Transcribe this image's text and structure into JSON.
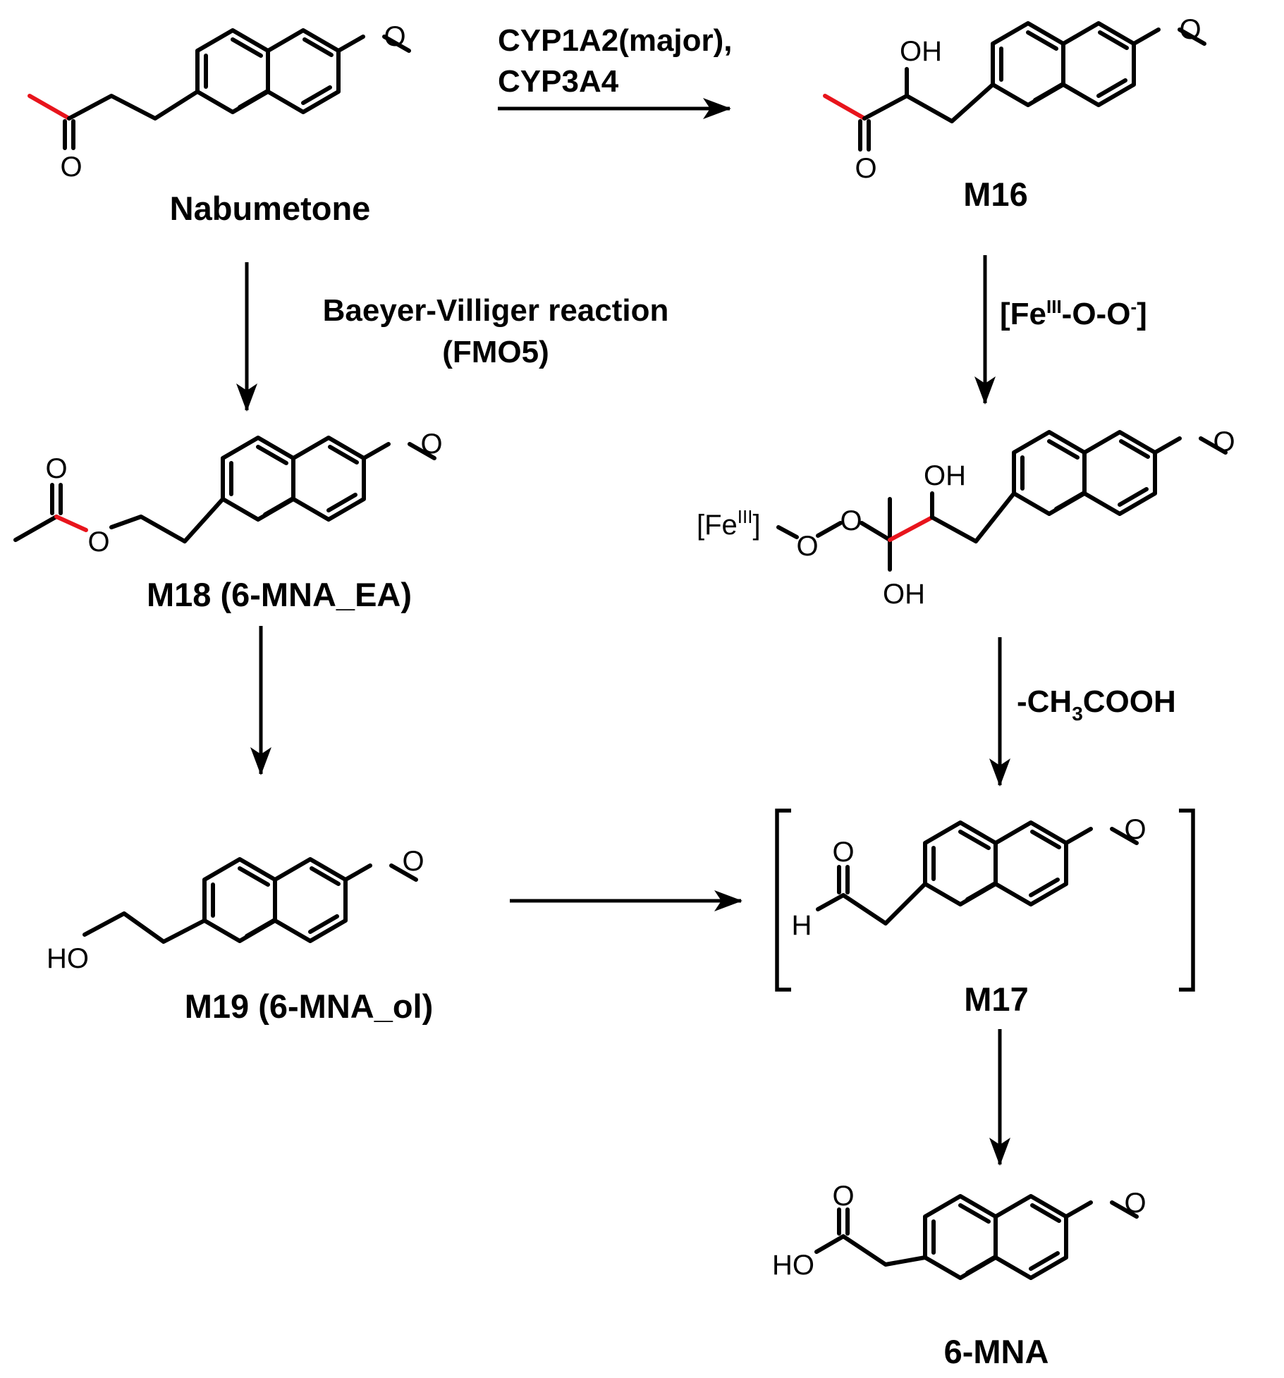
{
  "compounds": {
    "nabumetone": "Nabumetone",
    "m16": "M16",
    "m18": "M18 (6-MNA_EA)",
    "m19": "M19 (6-MNA_ol)",
    "m17": "M17",
    "mna": "6-MNA"
  },
  "conditions": {
    "cyp_line1": "CYP1A2(major),",
    "cyp_line2": "CYP3A4",
    "bv_line1": "Baeyer-Villiger reaction",
    "bv_line2": "(FMO5)",
    "fe_bracket_open": "[Fe",
    "fe_sup": "III",
    "fe_mid": "-O-O",
    "fe_minus": "-",
    "fe_bracket_close": "]",
    "acid_prefix": "-CH",
    "acid_sub": "3",
    "acid_suffix": "COOH"
  },
  "atoms": {
    "o": "O",
    "oh": "OH",
    "ho": "HO",
    "h": "H",
    "fe_open": "[Fe",
    "fe_sup": "III",
    "fe_close": "]"
  },
  "colors": {
    "bond": "#000000",
    "highlight": "#e8141c",
    "background": "#ffffff"
  }
}
